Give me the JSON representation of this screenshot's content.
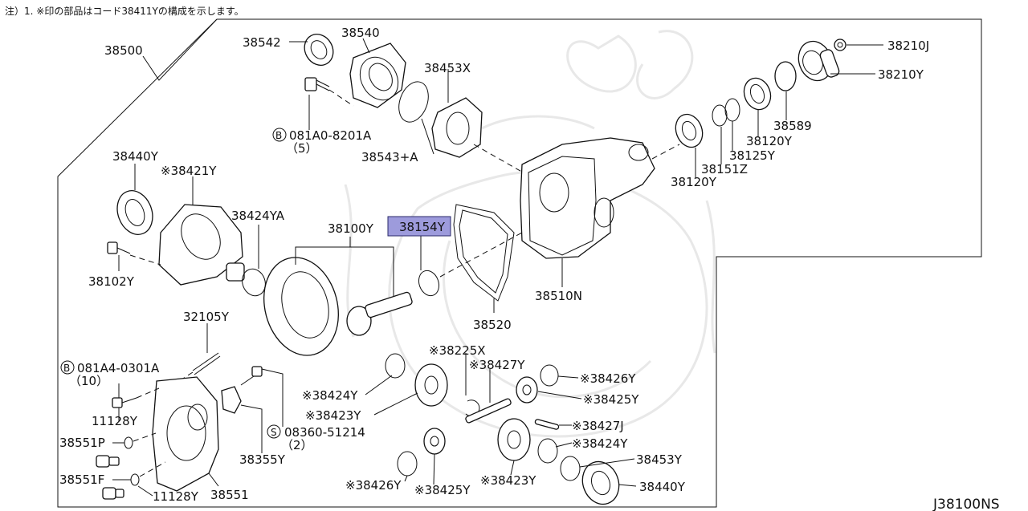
{
  "note": "注）1. ※印の部品はコード38411Yの構成を示します。",
  "diagram_code": "J38100NS",
  "highlighted_part": "38154Y",
  "colors": {
    "highlight": "#9d9bdc",
    "ink": "#111111",
    "watermark": "#e6e6e6"
  },
  "labels": {
    "l38500": "38500",
    "l38542": "38542",
    "l38540": "38540",
    "l38453x": "38453X",
    "bolt_b1": "081A0-8201A",
    "qty_b1": "（5）",
    "l38543a": "38543+A",
    "l38210j": "38210J",
    "l38210y": "38210Y",
    "l38589": "38589",
    "l38120y_a": "38120Y",
    "l38125y": "38125Y",
    "l38151z": "38151Z",
    "l38120y_b": "38120Y",
    "l38440y_a": "38440Y",
    "l38421y": "※38421Y",
    "l38424ya": "38424YA",
    "l38100y": "38100Y",
    "l38154y": "38154Y",
    "l38102y": "38102Y",
    "l38510n": "38510N",
    "l38520": "38520",
    "l32105y": "32105Y",
    "bolt_b2": "081A4-0301A",
    "qty_b2": "（10）",
    "l38225x": "※38225X",
    "l38427y": "※38427Y",
    "l38426y_a": "※38426Y",
    "l38425y_a": "※38425Y",
    "l38424y_a": "※38424Y",
    "l38423y_a": "※38423Y",
    "l38427j": "※38427J",
    "l38424y_b": "※38424Y",
    "l11128y_a": "11128Y",
    "l38551p": "38551P",
    "l38551f": "38551F",
    "l11128y_b": "11128Y",
    "l38551": "38551",
    "l38355y": "38355Y",
    "screw_s": "08360-51214",
    "qty_s": "（2）",
    "l38453y": "38453Y",
    "l38440y_b": "38440Y",
    "l38426y_b": "※38426Y",
    "l38425y_b": "※38425Y",
    "l38423y_b": "※38423Y",
    "sym_b": "B",
    "sym_s": "S"
  }
}
